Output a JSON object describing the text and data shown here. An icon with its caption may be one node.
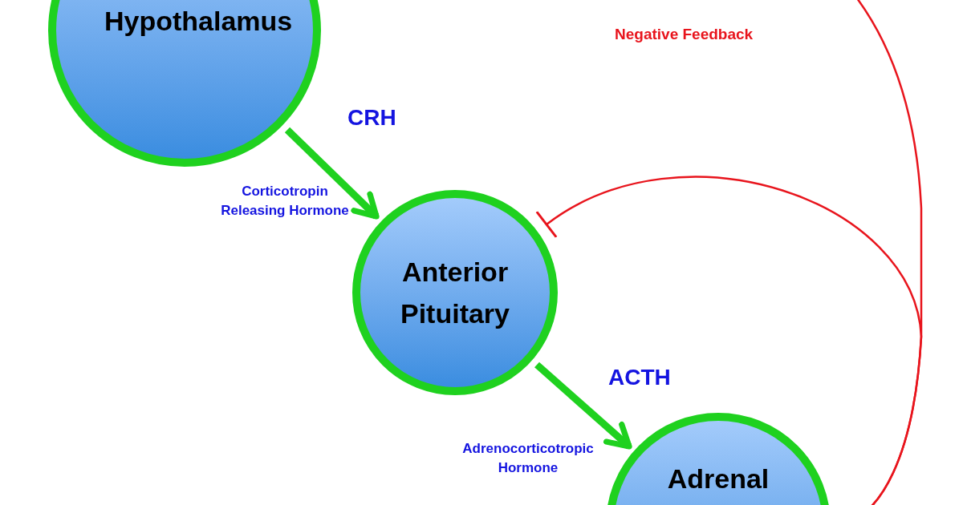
{
  "diagram": {
    "nodes": [
      {
        "text": [
          "Hypothalamus"
        ]
      },
      {
        "text": [
          "Anterior Pituitary"
        ]
      },
      {
        "text": [
          "Adrenal"
        ]
      }
    ],
    "edges": [
      {
        "from": 0,
        "to": 1,
        "arrow": "to",
        "label": "CRH",
        "style": "thick"
      },
      {
        "from": 1,
        "to": 2,
        "arrow": "to",
        "label": "ACTH",
        "style": "thick"
      },
      {
        "from": 2,
        "to": 1,
        "arrow": "other",
        "color": "#e8141c"
      },
      {
        "from": 2,
        "to": 0,
        "arrow": "none",
        "color": "#e8141c"
      }
    ],
    "labels": [
      "Negative Feedback",
      "Corticotropin Releasing Hormone",
      "Adrenocorticotropic Hormone"
    ]
  }
}
